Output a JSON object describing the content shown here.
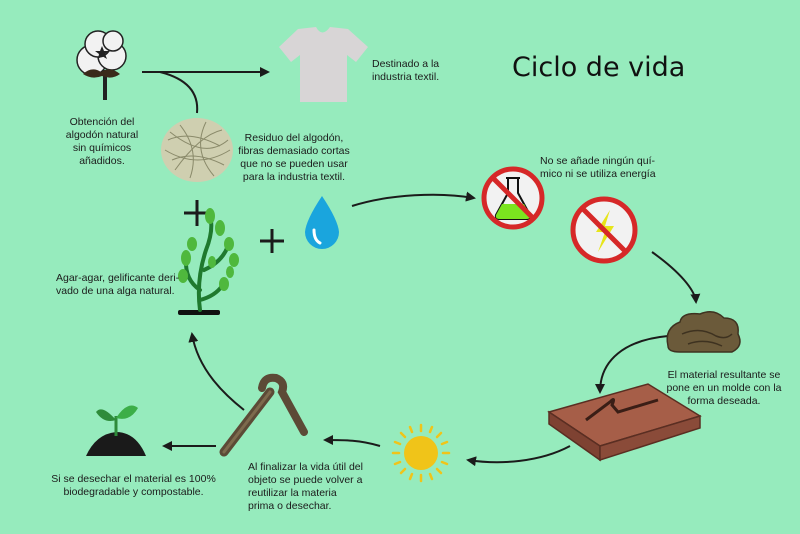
{
  "title": "Ciclo de vida",
  "labels": {
    "cotton": "Obtención del\nalgodón natural\nsin químicos\nañadidos.",
    "textile": "Destinado a la\nindustria textil.",
    "residue": "Residuo del algodón,\nfibras demasiado cortas\nque no se pueden usar\npara la industria textil.",
    "agar": "Agar-agar, gelificante deri-\nvado de una alga natural.",
    "no_chem": "No se añade ningún quí-\nmico ni se utiliza energía",
    "mold": "El material resultante se\npone en un molde con la\nforma deseada.",
    "reuse": "Al finalizar la vida útil del\nobjeto se puede volver a\nreutilizar la materia\nprima o desechar.",
    "compost": "Si se desechar el material es 100%\nbiodegradable y compostable."
  },
  "colors": {
    "background": "#96ebbd",
    "prohibition_red": "#d62828",
    "flask_liquid": "#7be51f",
    "bolt": "#e7e51a",
    "water": "#1aa5dd",
    "sun": "#f0c419",
    "wood": "#9a5a45",
    "material": "#6b5a3a"
  },
  "icons": [
    "cotton-icon",
    "tshirt-icon",
    "cotton-residue-icon",
    "seaweed-icon",
    "water-drop-icon",
    "no-chemicals-icon",
    "no-energy-icon",
    "material-pile-icon",
    "mold-icon",
    "sun-icon",
    "hanger-object-icon",
    "sprout-soil-icon"
  ]
}
